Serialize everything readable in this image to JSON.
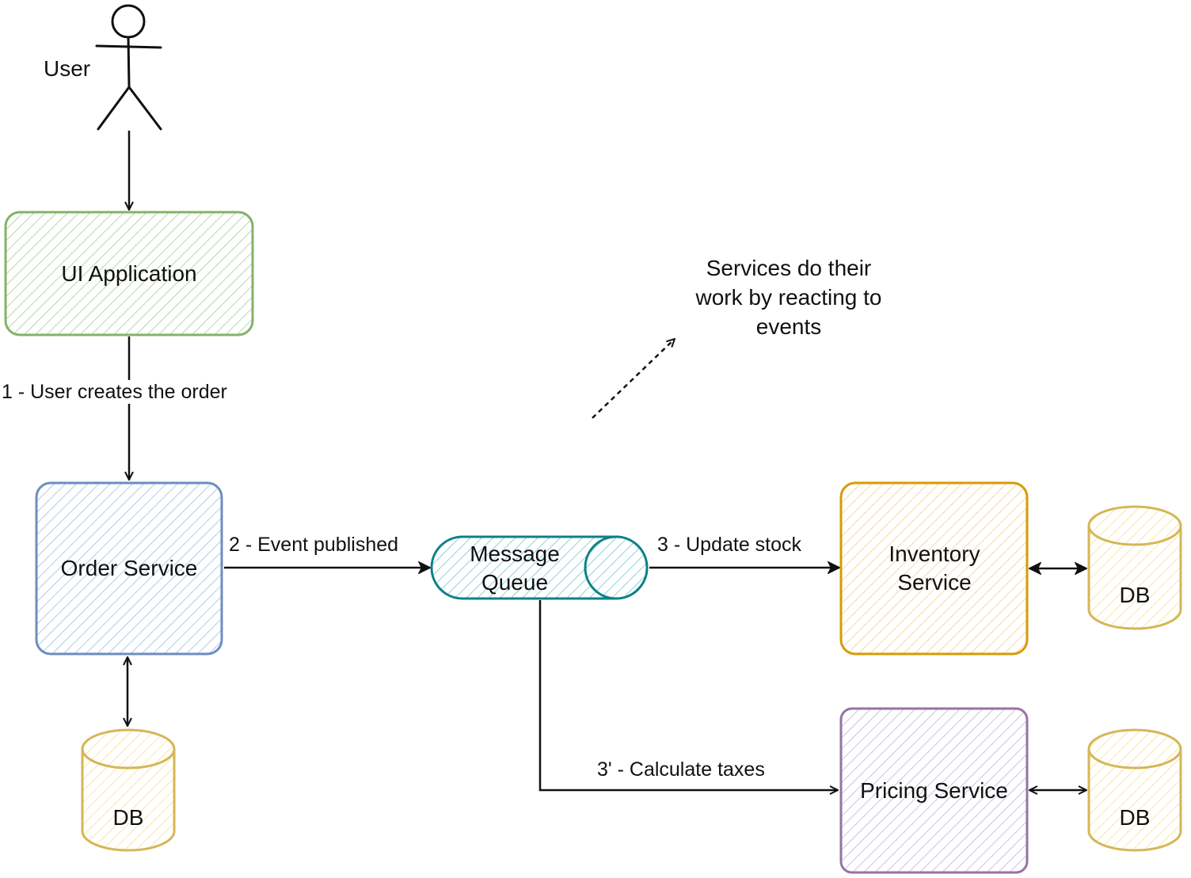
{
  "actor": {
    "label": "User"
  },
  "nodes": {
    "ui_app": {
      "label": "UI Application",
      "stroke": "#82b366",
      "fill": "#d5e8d4"
    },
    "order_service": {
      "label": "Order Service",
      "stroke": "#6c8ebf",
      "fill": "#dae8fc"
    },
    "message_queue": {
      "label": "Message Queue",
      "stroke": "#0e8088",
      "fill": "#b0e3e6"
    },
    "inventory_service": {
      "label": "Inventory Service",
      "stroke": "#d79b00",
      "fill": "#ffe6cc"
    },
    "pricing_service": {
      "label": "Pricing Service",
      "stroke": "#9673a6",
      "fill": "#e1d5e7"
    },
    "order_db": {
      "label": "DB",
      "stroke": "#d6b656",
      "fill": "#fff2cc"
    },
    "inventory_db": {
      "label": "DB",
      "stroke": "#d6b656",
      "fill": "#fff2cc"
    },
    "pricing_db": {
      "label": "DB",
      "stroke": "#d6b656",
      "fill": "#fff2cc"
    }
  },
  "edges": {
    "user_creates_order": "1 - User creates the order",
    "event_published": "2 - Event published",
    "update_stock": "3 - Update stock",
    "calculate_taxes": "3' - Calculate taxes"
  },
  "note": {
    "line1": "Services do their",
    "line2": "work by reacting to",
    "line3": "events"
  },
  "colors": {
    "line": "#111111",
    "text": "#111111"
  }
}
